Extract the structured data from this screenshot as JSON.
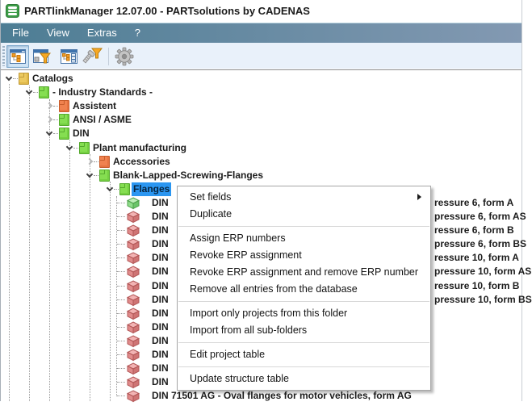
{
  "window": {
    "title": "PARTlinkManager 12.07.00 - PARTsolutions by CADENAS",
    "app_icon": "database-icon"
  },
  "menubar": {
    "items": [
      "File",
      "View",
      "Extras",
      "?"
    ]
  },
  "toolbar": {
    "buttons": [
      {
        "icon": "structure-tree-window-icon",
        "pressed": true,
        "disabled": false
      },
      {
        "icon": "window-filter-icon",
        "pressed": false,
        "disabled": false
      },
      {
        "icon": "structure-table-window-icon",
        "pressed": false,
        "disabled": false
      },
      {
        "icon": "screw-filter-icon",
        "pressed": false,
        "disabled": false
      },
      {
        "icon": "gear-icon",
        "pressed": false,
        "disabled": true
      }
    ]
  },
  "tree": {
    "rows": [
      {
        "label": "Catalogs",
        "level": 0,
        "icon": "folder-yellow",
        "expander": "expanded",
        "selected": false,
        "tail": ""
      },
      {
        "label": "- Industry Standards -",
        "level": 1,
        "icon": "folder-green",
        "expander": "expanded",
        "selected": false,
        "tail": ""
      },
      {
        "label": "Assistent",
        "level": 2,
        "icon": "folder-orange",
        "expander": "collapsed",
        "selected": false,
        "tail": ""
      },
      {
        "label": "ANSI / ASME",
        "level": 2,
        "icon": "folder-green",
        "expander": "collapsed",
        "selected": false,
        "tail": ""
      },
      {
        "label": "DIN",
        "level": 2,
        "icon": "folder-green",
        "expander": "expanded",
        "selected": false,
        "tail": ""
      },
      {
        "label": "Plant manufacturing",
        "level": 3,
        "icon": "folder-green",
        "expander": "expanded",
        "selected": false,
        "tail": ""
      },
      {
        "label": "Accessories",
        "level": 4,
        "icon": "folder-orange",
        "expander": "collapsed",
        "selected": false,
        "tail": ""
      },
      {
        "label": "Blank-Lapped-Screwing-Flanges",
        "level": 4,
        "icon": "folder-green",
        "expander": "expanded",
        "selected": false,
        "tail": ""
      },
      {
        "label": "Flanges",
        "level": 5,
        "icon": "folder-green",
        "expander": "expanded",
        "selected": true,
        "tail": ""
      },
      {
        "label": "DIN",
        "level": 6,
        "icon": "cube-green",
        "expander": "none",
        "selected": false,
        "tail": "ressure 6, form A"
      },
      {
        "label": "DIN",
        "level": 6,
        "icon": "cube-red",
        "expander": "none",
        "selected": false,
        "tail": "pressure 6, form AS"
      },
      {
        "label": "DIN",
        "level": 6,
        "icon": "cube-red",
        "expander": "none",
        "selected": false,
        "tail": "ressure 6, form B"
      },
      {
        "label": "DIN",
        "level": 6,
        "icon": "cube-red",
        "expander": "none",
        "selected": false,
        "tail": "pressure 6, form BS"
      },
      {
        "label": "DIN",
        "level": 6,
        "icon": "cube-red",
        "expander": "none",
        "selected": false,
        "tail": "ressure 10, form A"
      },
      {
        "label": "DIN",
        "level": 6,
        "icon": "cube-red",
        "expander": "none",
        "selected": false,
        "tail": "pressure 10, form AS"
      },
      {
        "label": "DIN",
        "level": 6,
        "icon": "cube-red",
        "expander": "none",
        "selected": false,
        "tail": "ressure 10, form B"
      },
      {
        "label": "DIN",
        "level": 6,
        "icon": "cube-red",
        "expander": "none",
        "selected": false,
        "tail": "pressure 10, form BS"
      },
      {
        "label": "DIN",
        "level": 6,
        "icon": "cube-red",
        "expander": "none",
        "selected": false,
        "tail": ""
      },
      {
        "label": "DIN",
        "level": 6,
        "icon": "cube-red",
        "expander": "none",
        "selected": false,
        "tail": ""
      },
      {
        "label": "DIN",
        "level": 6,
        "icon": "cube-red",
        "expander": "none",
        "selected": false,
        "tail": ""
      },
      {
        "label": "DIN",
        "level": 6,
        "icon": "cube-red",
        "expander": "none",
        "selected": false,
        "tail": ""
      },
      {
        "label": "DIN",
        "level": 6,
        "icon": "cube-red",
        "expander": "none",
        "selected": false,
        "tail": ""
      },
      {
        "label": "DIN",
        "level": 6,
        "icon": "cube-red",
        "expander": "none",
        "selected": false,
        "tail": ""
      },
      {
        "label": "DIN 71501 AG - Oval flanges for motor vehicles, form AG",
        "level": 6,
        "icon": "cube-red",
        "expander": "none",
        "selected": false,
        "tail": ""
      }
    ]
  },
  "context_menu": {
    "items": [
      {
        "type": "item",
        "label": "Set fields",
        "submenu": true
      },
      {
        "type": "item",
        "label": "Duplicate",
        "submenu": false
      },
      {
        "type": "separator"
      },
      {
        "type": "item",
        "label": "Assign ERP numbers",
        "submenu": false
      },
      {
        "type": "item",
        "label": "Revoke ERP assignment",
        "submenu": false
      },
      {
        "type": "item",
        "label": "Revoke ERP assignment and remove ERP number",
        "submenu": false
      },
      {
        "type": "item",
        "label": "Remove all entries from the database",
        "submenu": false
      },
      {
        "type": "separator"
      },
      {
        "type": "item",
        "label": "Import only projects from this folder",
        "submenu": false
      },
      {
        "type": "item",
        "label": "Import from all sub-folders",
        "submenu": false
      },
      {
        "type": "separator"
      },
      {
        "type": "item",
        "label": "Edit project table",
        "submenu": false
      },
      {
        "type": "separator"
      },
      {
        "type": "item",
        "label": "Update structure table",
        "submenu": false
      }
    ]
  },
  "colors": {
    "menubar_gradient_left": "#4d7d94",
    "menubar_gradient_right": "#8399b2",
    "toolbar_bg": "#e9f1fa",
    "selection_blue": "#2b96f1",
    "folder_yellow": "#ecc95f",
    "folder_green": "#85de51",
    "folder_orange": "#f0824f",
    "cube_red": "#e08b8b",
    "cube_green": "#8fdc8a",
    "accent_orange": "#f59a23"
  }
}
